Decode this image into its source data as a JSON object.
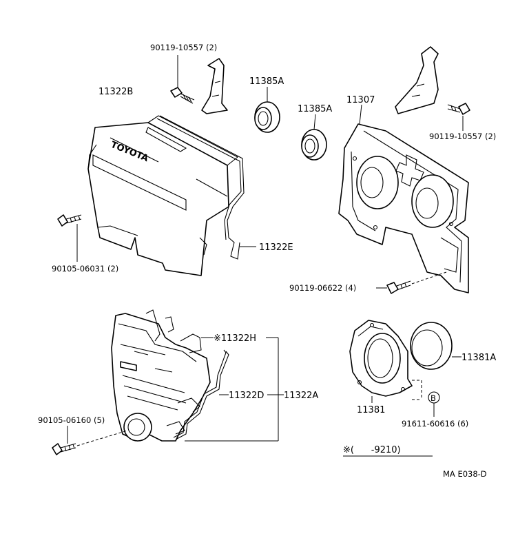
{
  "diagram": {
    "part_labels": {
      "bolt_top_left": "90119-10557 (2)",
      "cover_upper": "11322B",
      "oil_seal_1": "11385A",
      "oil_seal_2": "11385A",
      "cover_rear_plate": "11307",
      "bolt_top_right": "90119-10557 (2)",
      "gasket_upper": "11322E",
      "bolt_left_mid": "90105-06031 (2)",
      "bolt_right_mid": "90119-06622 (4)",
      "gasket_h": "※11322H",
      "gasket_d": "11322D",
      "gasket_set": "11322A",
      "oil_seal_rear": "11381A",
      "retainer": "11381",
      "bolt_lower_left": "90105-06160 (5)",
      "bolt_retainer": "91611-60616 (6)"
    },
    "cover_emboss": "TOYOTA",
    "circle_marker": "B",
    "note": "※(      -9210)",
    "diagram_code": "MA E038-D"
  }
}
